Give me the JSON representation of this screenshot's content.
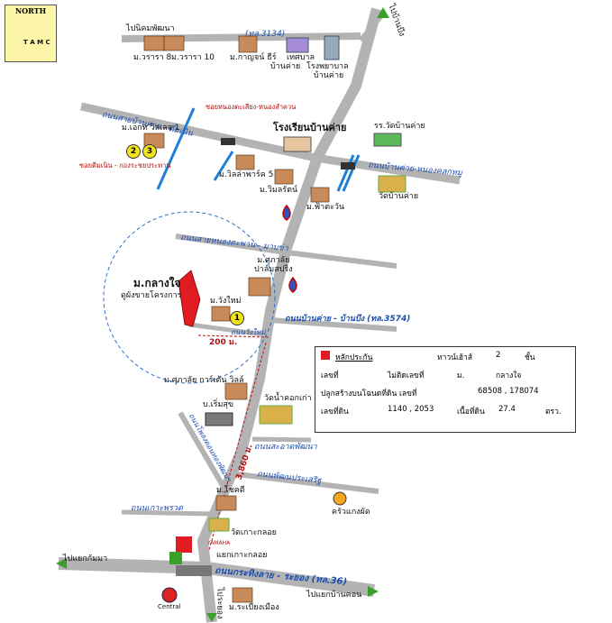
{
  "north": {
    "label": "NORTH",
    "logo": "T A M C"
  },
  "roads": {
    "r3134": "(ทล.3134)",
    "ban_khai_tim_noen": "ถนนสายบ้านค่าย - ตีมเนิน",
    "ban_khai_nong_lok": "ถนนบ้านค่าย-หนองคลกหมู",
    "nong_taphan": "ถนนสายหนองตะพาน - มาบข่า",
    "ban_khai_ban_bueng": "ถนนบ้านค่าย - บ้านบึง (ทล.3574)",
    "wang_mai": "ถนนวังใหม่",
    "sa_at": "ถนนสะอาดพัฒนา",
    "phatthana_prasert": "ถนนพัฒนประเสริฐ",
    "ko_phrut": "ถนนเกาะพรวด",
    "phlong": "ถนนโพลงดอนทองพัฒนา",
    "kratingrai": "ถนนกระทิงลาย - ระยอง (ทล.36)"
  },
  "directions": {
    "nikhom": "ไปนิคมพัฒนา",
    "ban_bueng": "ไปบ้านบึง",
    "khiyamma": "ไปแยกกัมมา",
    "ban_khlong": "ไปแยกบ้านคอน",
    "rayong": "ไประยอง"
  },
  "red_notes": {
    "soi_nong_som": "ซอยหนองตะเสียง-หนองสำควน",
    "soi_tim_noen": "ซอยตีมเนิน - กองระชยประทาน"
  },
  "places": {
    "worara8": "ม.วรารา 8",
    "worara10": "ม.วรารา 10",
    "kanchana": "ม.กาญจน์ ธีร์",
    "thetsaban": "เทศบาล",
    "ban_khai1": "บ้านค่าย",
    "hospital": "โรงพยาบาล",
    "ban_khai2": "บ้านค่าย",
    "school": "โรงเรียนบ้านค่าย",
    "wat_school": "รร.วัดบ้านค่าย",
    "ekat": "ม.เอกท วิลเลจ 1",
    "villapark": "ม.วิลล่าพาร์ค 5",
    "wimonrat": "ม.วิมลรัตน์",
    "fah_wan": "ม.ฟ้าตะวัน",
    "wat_ban_khai": "วัดบ้านค่าย",
    "suphalai_palm": "ม.ศุภาลัย\nปาล์มสปริง",
    "klang_jai": "ม.กลางใจ",
    "project_office": "ดูผังขายโครงการ",
    "wang_mai_village": "ม.วังใหม่",
    "suphalai_garden": "ม.ศุภาลัย การ์เด้น วิลล์",
    "roem_suk": "บ.เริ่มสุข",
    "wat_nam_khok": "วัดน้ำคอกเก่า",
    "chokdee": "ม.โชคดี",
    "krua": "ครัวแกงผัด",
    "wat_ko_kloi": "วัดเกาะกลอย",
    "junction": "แยกเกาะกลอย",
    "rabiang": "ม.ระเบียงเมือง",
    "central": "Central",
    "yamaha": "YAMAHA"
  },
  "distances": {
    "d200": "200 ม.",
    "d3860": "3,860 ม."
  },
  "badges": [
    "1",
    "2",
    "3"
  ],
  "info": {
    "legend": "หลักประกัน",
    "type_label": "ทาวน์เฮ้าส์",
    "floors": "2",
    "floors_unit": "ชั้น",
    "house_no_label": "เลขที่",
    "house_no": "ไม่ติดเลขที่",
    "moo_label": "ม.",
    "moo": "กลางใจ",
    "deed_label": "ปลูกสร้างบนโฉนดที่ดิน เลขที่",
    "deed": "68508 , 178074",
    "land_no_label": "เลขที่ดิน",
    "land_no": "1140 , 2053",
    "area_label": "เนื้อที่ดิน",
    "area": "27.4",
    "area_unit": "ตรว."
  },
  "colors": {
    "road": "#b3b3b3",
    "canal": "#1f80d8",
    "red": "#e11b22",
    "road_text": "#1a4fb0"
  }
}
